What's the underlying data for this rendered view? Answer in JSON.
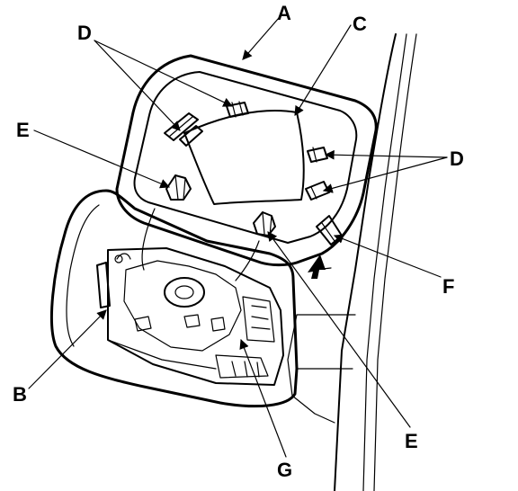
{
  "diagram": {
    "callouts": {
      "a": "A",
      "b": "B",
      "c": "C",
      "d_top": "D",
      "d_right": "D",
      "e_left": "E",
      "e_bottom": "E",
      "f": "F",
      "g": "G"
    }
  }
}
